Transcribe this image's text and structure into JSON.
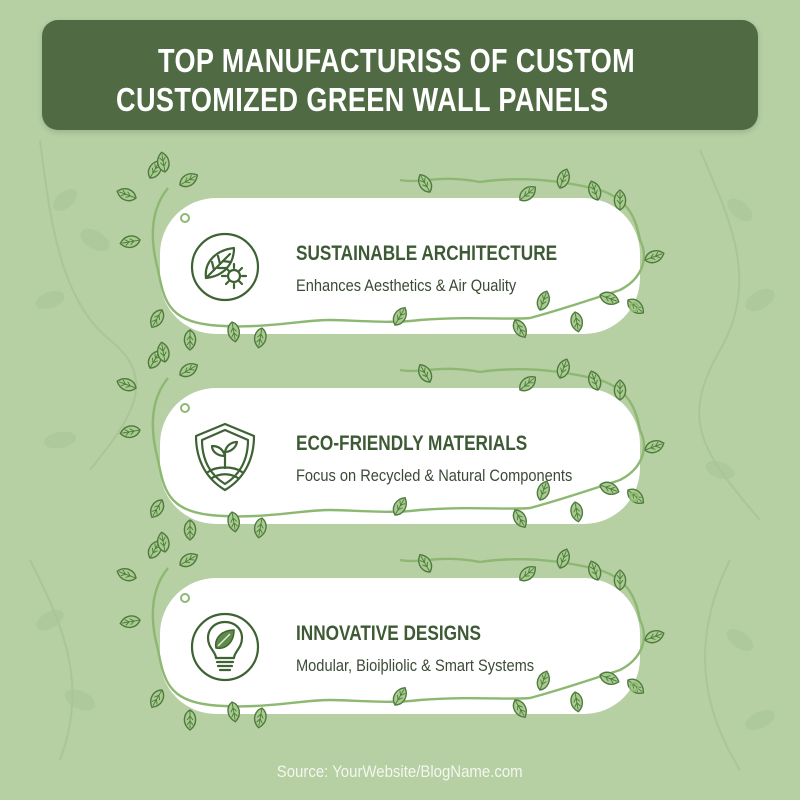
{
  "header": {
    "title_line1": "TOP MANUFACTURISS OF CUSTOM",
    "title_line2": "CUSTOMIZED GREEN WALL PANELS"
  },
  "cards": [
    {
      "icon": "leaf-gear-icon",
      "title": "SUSTAINABLE ARCHITECTURE",
      "subtitle": "Enhances Aesthetics & Air Quality"
    },
    {
      "icon": "shield-sprout-icon",
      "title": "ECO-FRIENDLY MATERIALS",
      "subtitle": "Focus on Recycled & Natural Components"
    },
    {
      "icon": "lightbulb-leaf-icon",
      "title": "INNOVATIVE DESIGNS",
      "subtitle": "Modular, Bioiþliolic & Smart Systems"
    }
  ],
  "footer": {
    "source": "Source: YourWebsite/BlogName.com"
  },
  "colors": {
    "background": "#b6cfa3",
    "header_bg": "#506b44",
    "header_text": "#ffffff",
    "title_text": "#3e5a35",
    "icon_stroke": "#3e6234",
    "vine": "#8db872",
    "leaf_fill": "#a9cc8f",
    "leaf_stroke": "#4f7a3f"
  }
}
